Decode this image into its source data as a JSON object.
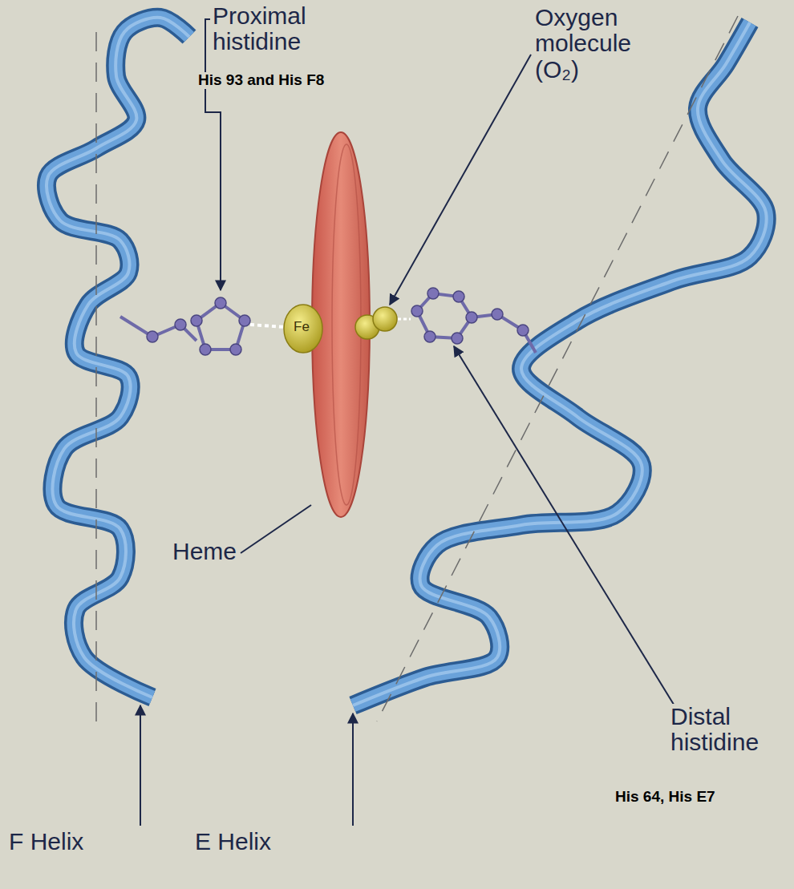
{
  "diagram": {
    "labels": [
      "Proximal histidine",
      "His 93 and His F8",
      "Oxygen molecule (O₂)",
      "Fe",
      "Heme",
      "Distal histidine",
      "His 64, His E7",
      "F Helix",
      "E Helix"
    ]
  }
}
